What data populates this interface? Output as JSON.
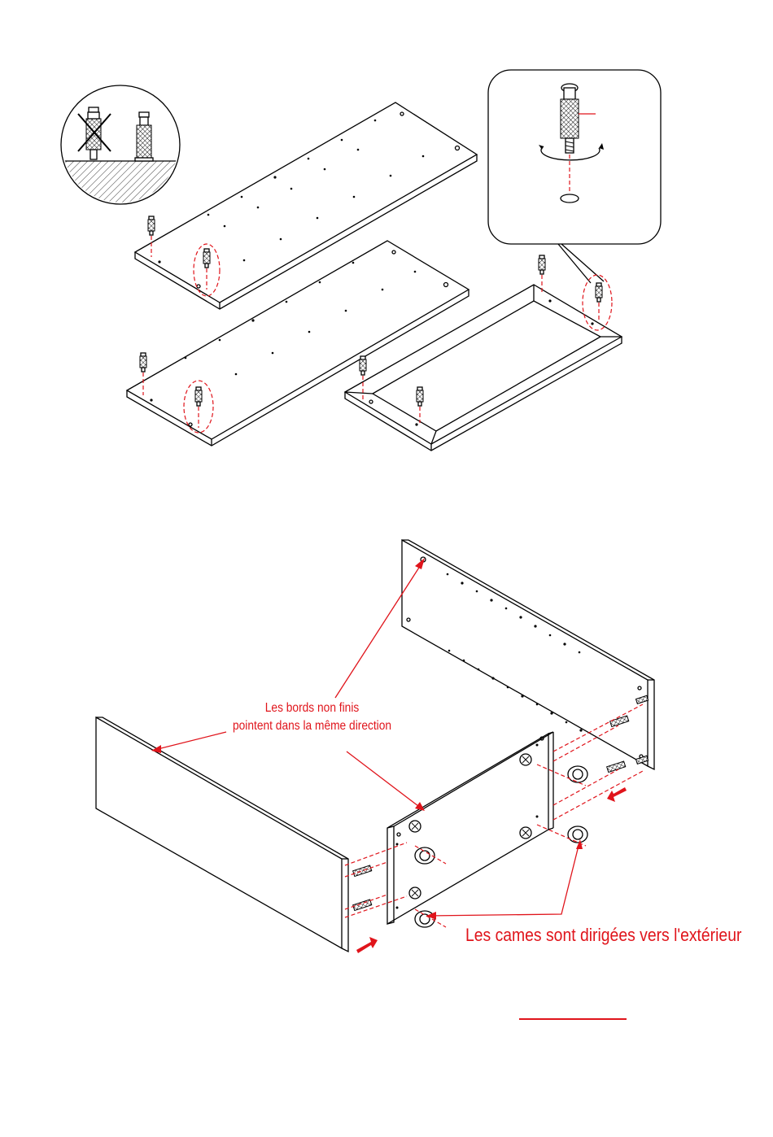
{
  "colors": {
    "line": "#000000",
    "accent": "#e0141b",
    "background": "#ffffff"
  },
  "step_top": {
    "inset_left_icons": [
      "wrong-dowel-icon",
      "correct-dowel-icon"
    ],
    "inset_right_icon": "dowel-screw-in-icon"
  },
  "step_bottom": {
    "note_edges_line1": "Les bords non finis",
    "note_edges_line2": "pointent dans la même direction",
    "note_cams": "Les cames sont dirigées vers l'extérieur"
  }
}
